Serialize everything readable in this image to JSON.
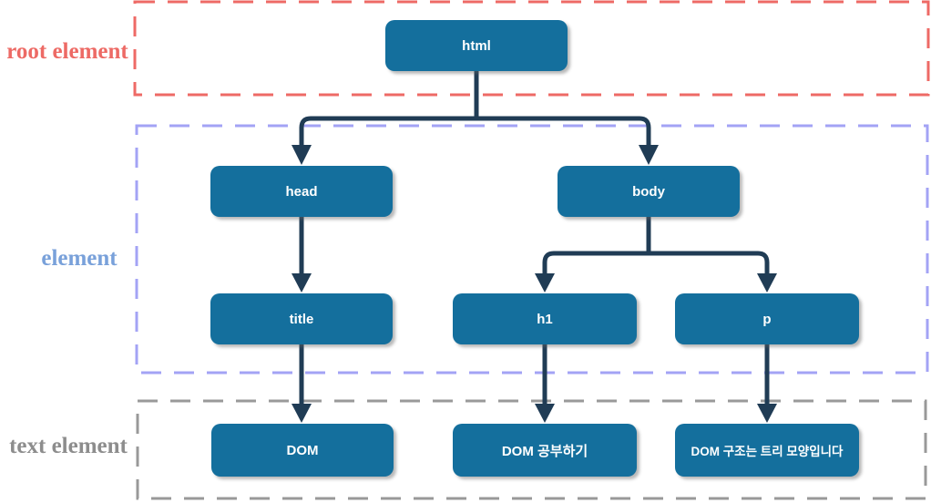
{
  "groups": {
    "root": {
      "label": "root element"
    },
    "element": {
      "label": "element"
    },
    "text": {
      "label": "text element"
    }
  },
  "nodes": {
    "html": {
      "label": "html"
    },
    "head": {
      "label": "head"
    },
    "body": {
      "label": "body"
    },
    "title": {
      "label": "title"
    },
    "h1": {
      "label": "h1"
    },
    "p": {
      "label": "p"
    },
    "dom": {
      "label": "DOM"
    },
    "dom_study": {
      "label": "DOM 공부하기"
    },
    "dom_tree": {
      "label": "DOM 구조는 트리 모양입니다"
    }
  },
  "edges": [
    {
      "from": "html",
      "to": "head"
    },
    {
      "from": "html",
      "to": "body"
    },
    {
      "from": "head",
      "to": "title"
    },
    {
      "from": "body",
      "to": "h1"
    },
    {
      "from": "body",
      "to": "p"
    },
    {
      "from": "title",
      "to": "dom"
    },
    {
      "from": "h1",
      "to": "dom_study"
    },
    {
      "from": "p",
      "to": "dom_tree"
    }
  ],
  "colors": {
    "node_fill": "#146f9d",
    "node_text": "#ffffff",
    "connector": "#203c55",
    "root_group_border": "#ee6a66",
    "root_group_label": "#ed6a65",
    "element_group_border": "#a3a3f5",
    "element_group_label": "#79a1da",
    "text_group_border": "#999999",
    "text_group_label": "#8d8d8d"
  }
}
